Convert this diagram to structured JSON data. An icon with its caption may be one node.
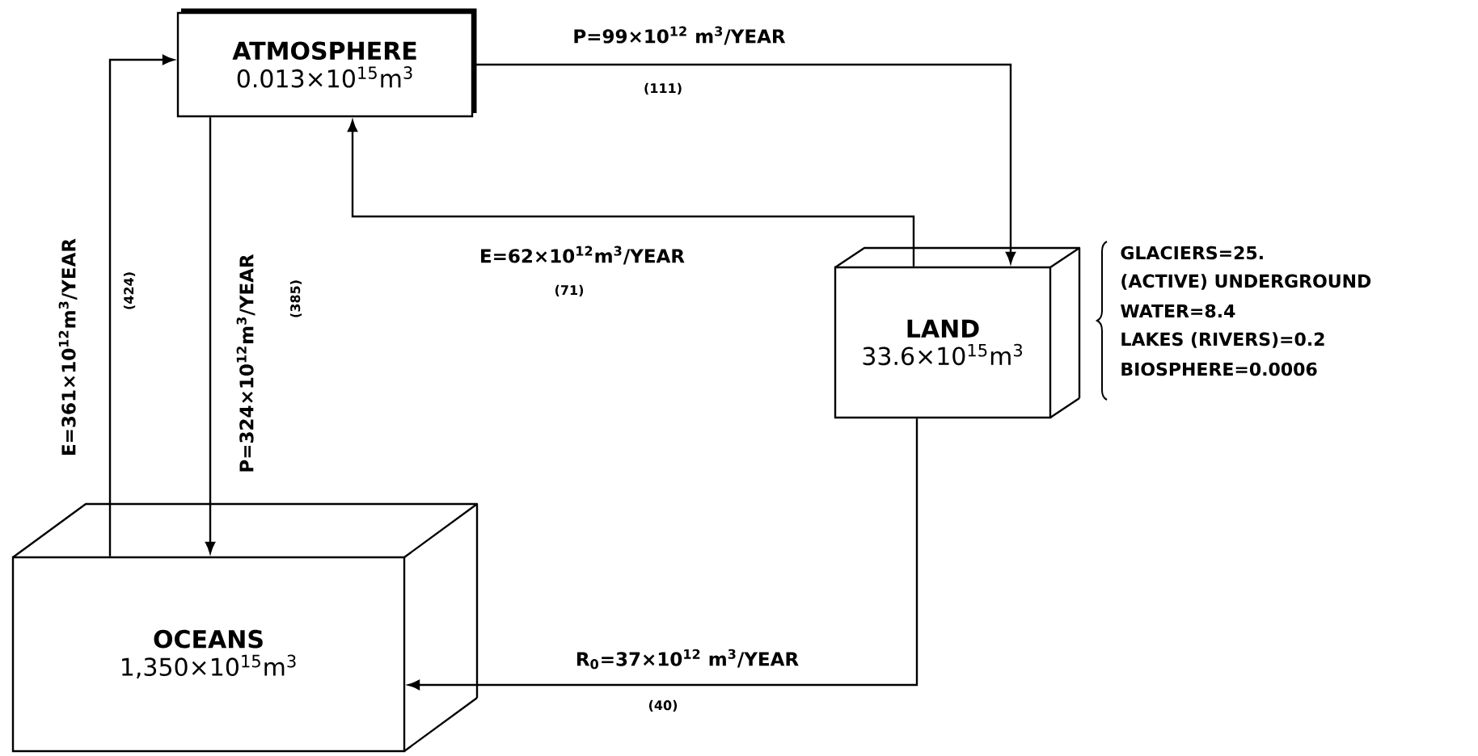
{
  "diagram": {
    "nodes": [
      {
        "text": [
          "ATMOSPHERE",
          "0.013×10$^{15}$m$^{3}$"
        ]
      },
      {
        "text": [
          "LAND",
          "33.6×10$^{15}$m$^{3}$"
        ],
        "beside": [
          "GLACIERS=25.",
          "(ACTIVE) UNDERGROUND",
          "WATER=8.4",
          "LAKES (RIVERS)=0.2",
          "BIOSPHERE=0.0006"
        ]
      },
      {
        "text": [
          "OCEANS",
          "1,350×10$^{15}$m$^{3}$"
        ]
      }
    ],
    "edges": [
      {
        "from": 0,
        "to": 1,
        "arrow": "to",
        "label": "P=99×10$^{12}$ m$^{3}$/YEAR"
      },
      {
        "from": 1,
        "to": 0,
        "arrow": "to",
        "label": "E=62×10$^{12}$m$^{3}$/YEAR"
      },
      {
        "from": 0,
        "to": 2,
        "arrow": "to",
        "label": "P=324×10$^{12}$m$^{3}$/YEAR"
      },
      {
        "from": 2,
        "to": 0,
        "arrow": "to",
        "label": "E=361×10$^{12}$m$^{3}$/YEAR"
      },
      {
        "from": 1,
        "to": 2,
        "arrow": "to",
        "label": "R$_{0}$=37×10$^{12}$ m$^{3}$/YEAR"
      }
    ],
    "labels": [
      "(111)",
      "(71)",
      "(424)",
      "(385)",
      "(40)"
    ]
  }
}
